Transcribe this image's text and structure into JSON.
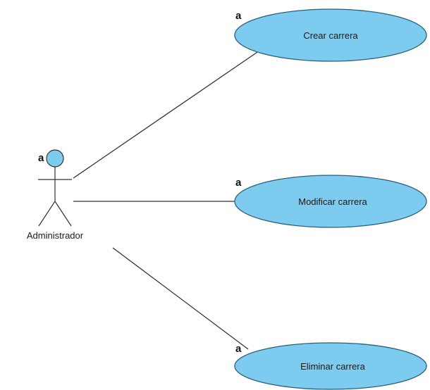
{
  "colors": {
    "usecase_fill": "#7dcbef",
    "usecase_stroke": "#2b5f7a",
    "actor_head_fill": "#7dcbef",
    "line": "#333333"
  },
  "actor": {
    "name": "Administrador",
    "marker": "a"
  },
  "use_cases": [
    {
      "label": "Crear carrera",
      "marker": "a"
    },
    {
      "label": "Modificar carrera",
      "marker": "a"
    },
    {
      "label": "Eliminar carrera",
      "marker": "a"
    }
  ]
}
